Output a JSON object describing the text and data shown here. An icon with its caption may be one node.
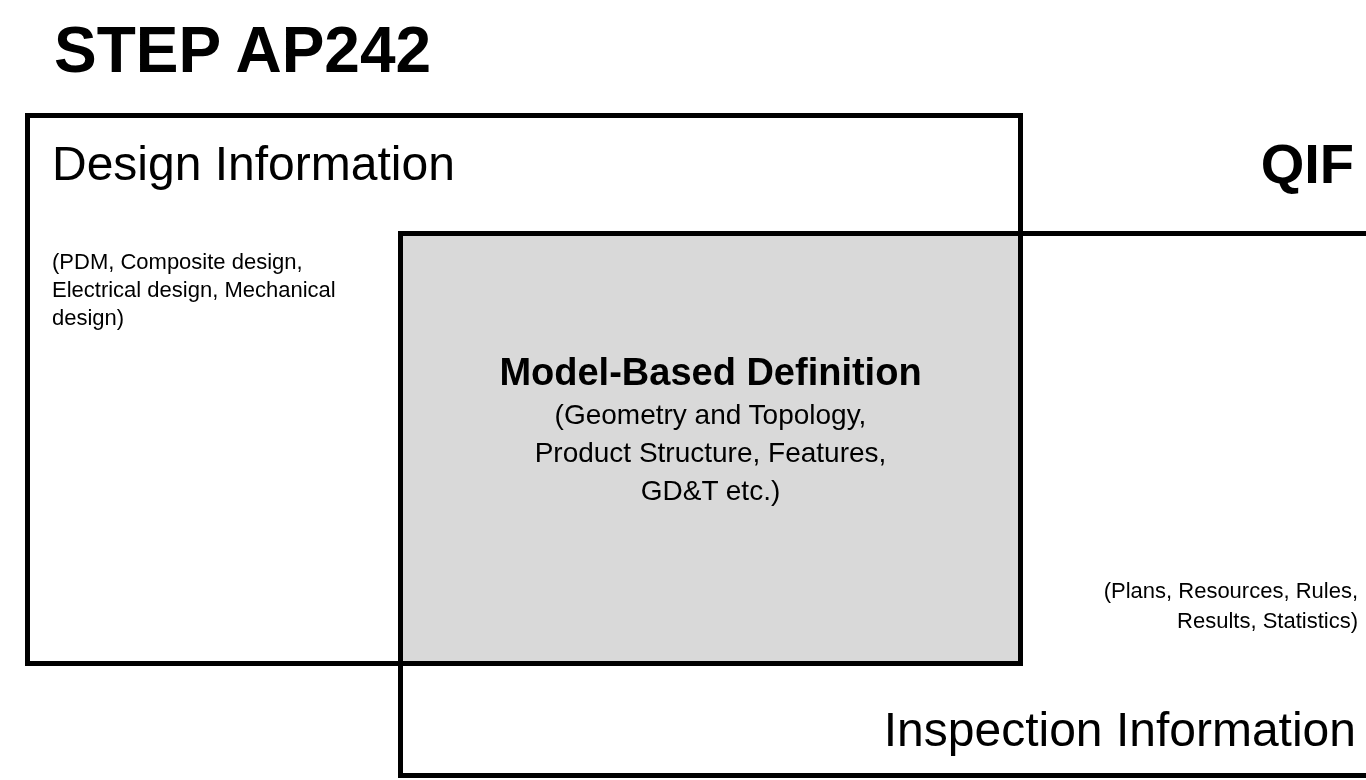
{
  "diagram": {
    "nodes": [
      {
        "text": [
          "STEP AP242",
          "Design Information",
          "(PDM, Composite design, Electrical design, Mechanical design)"
        ]
      },
      {
        "text": [
          "QIF",
          "(Plans, Resources, Rules, Results, Statistics)",
          "Inspection Information"
        ]
      },
      {
        "text": [
          "Model-Based Definition",
          "(Geometry and Topology, Product Structure, Features, GD&T etc.)"
        ]
      }
    ]
  }
}
